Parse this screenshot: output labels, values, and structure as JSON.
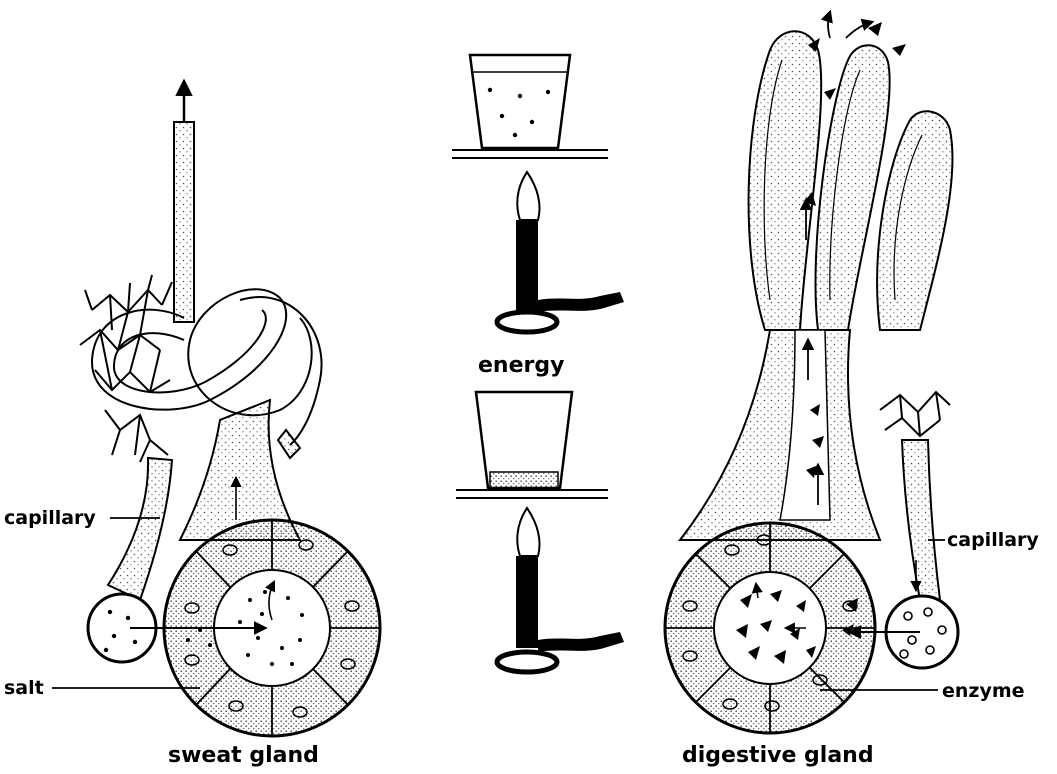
{
  "labels": {
    "capillary_left": "capillary",
    "salt": "salt",
    "sweat_gland": "sweat gland",
    "energy": "energy",
    "capillary_right": "capillary",
    "enzyme": "enzyme",
    "digestive_gland": "digestive gland"
  },
  "colors": {
    "ink": "#000000",
    "paper": "#ffffff",
    "stipple": "#8a8a8a"
  }
}
